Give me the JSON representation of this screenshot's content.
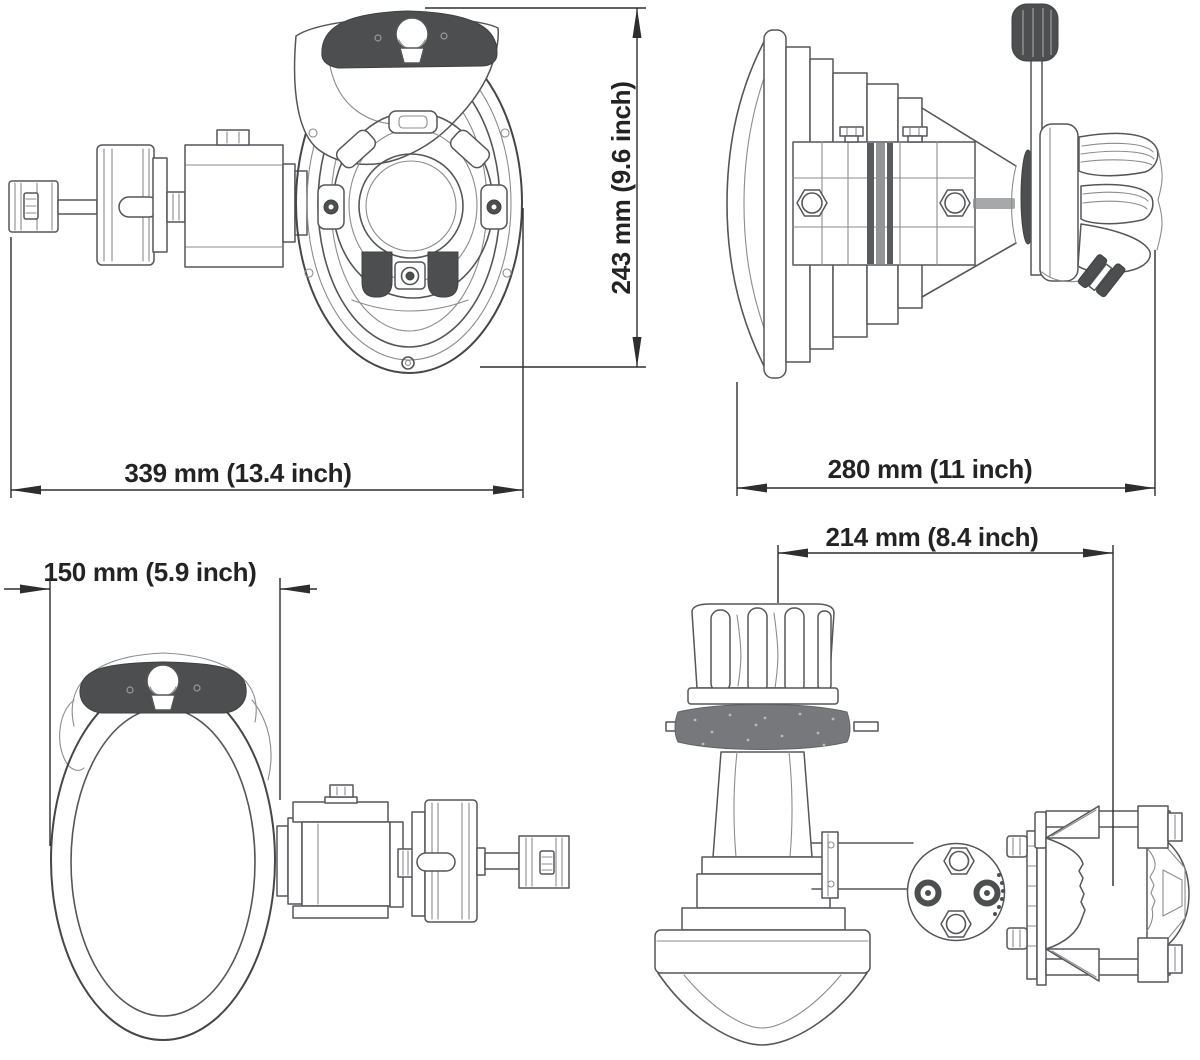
{
  "drawing": {
    "subject": "Searchlight four-view dimensional drawing",
    "dims": {
      "front_width": "339 mm (13.4 inch)",
      "front_height": "243 mm (9.6 inch)",
      "side_width": "280 mm (11 inch)",
      "top_width": "150 mm (5.9 inch)",
      "mounted_width": "214 mm (8.4 inch)"
    },
    "colors": {
      "line": "#55565a",
      "dark_fill": "#4d4e50",
      "mid_fill": "#77787b",
      "dimension_line": "#2e2e30",
      "text": "#232325"
    }
  }
}
